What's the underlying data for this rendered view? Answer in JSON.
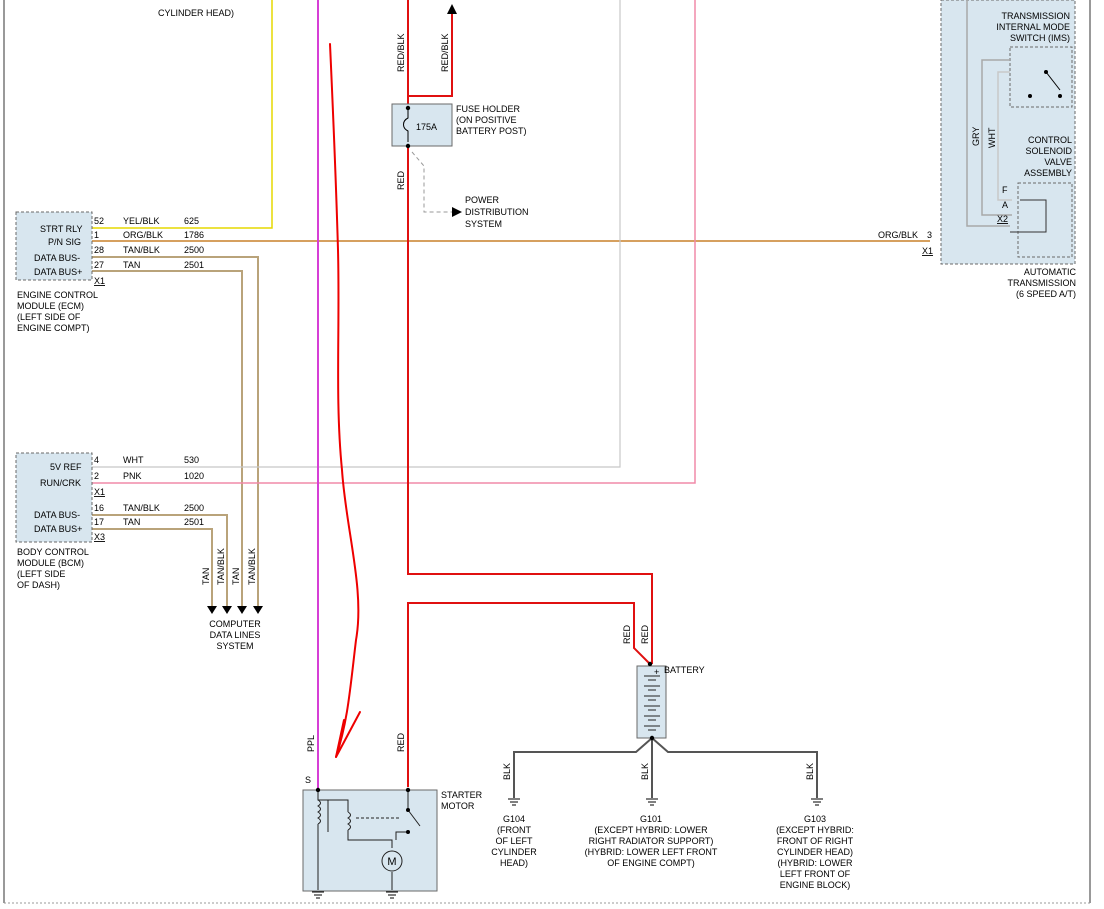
{
  "ecm": {
    "name_lines": [
      "ENGINE CONTROL",
      "MODULE (ECM)",
      "(LEFT SIDE OF",
      "ENGINE COMPT)"
    ],
    "connector": "X1",
    "pins": [
      {
        "label": "STRT RLY",
        "pin": "52",
        "color": "YEL/BLK",
        "circuit": "625"
      },
      {
        "label": "P/N SIG",
        "pin": "1",
        "color": "ORG/BLK",
        "circuit": "1786"
      },
      {
        "label": "DATA BUS-",
        "pin": "28",
        "color": "TAN/BLK",
        "circuit": "2500"
      },
      {
        "label": "DATA BUS+",
        "pin": "27",
        "color": "TAN",
        "circuit": "2501"
      }
    ]
  },
  "bcm": {
    "name_lines": [
      "BODY CONTROL",
      "MODULE (BCM)",
      "(LEFT SIDE",
      "OF DASH)"
    ],
    "connectors": [
      "X1",
      "X3"
    ],
    "pins": [
      {
        "label": "5V REF",
        "pin": "4",
        "color": "WHT",
        "circuit": "530"
      },
      {
        "label": "RUN/CRK",
        "pin": "2",
        "color": "PNK",
        "circuit": "1020"
      },
      {
        "label": "DATA BUS-",
        "pin": "16",
        "color": "TAN/BLK",
        "circuit": "2500"
      },
      {
        "label": "DATA BUS+",
        "pin": "17",
        "color": "TAN",
        "circuit": "2501"
      }
    ]
  },
  "top_left_text": "CYLINDER HEAD)",
  "fuse": {
    "rating": "175A",
    "name_lines": [
      "FUSE HOLDER",
      "(ON POSITIVE",
      "BATTERY POST)"
    ],
    "wire_in_left": "RED/BLK",
    "wire_in_right": "RED/BLK",
    "wire_out": "RED"
  },
  "power_dist": [
    "POWER",
    "DISTRIBUTION",
    "SYSTEM"
  ],
  "data_lines": {
    "wires": [
      "TAN",
      "TAN/BLK",
      "TAN",
      "TAN/BLK"
    ],
    "name_lines": [
      "COMPUTER",
      "DATA LINES",
      "SYSTEM"
    ]
  },
  "transmission": {
    "ims_lines": [
      "TRANSMISSION",
      "INTERNAL MODE",
      "SWITCH (IMS)"
    ],
    "solenoid_lines": [
      "CONTROL",
      "SOLENOID",
      "VALVE",
      "ASSEMBLY"
    ],
    "wires": [
      "GRY",
      "WHT"
    ],
    "pins": [
      "F",
      "A"
    ],
    "connector_x2": "X2",
    "input_color": "ORG/BLK",
    "input_pin": "3",
    "connector_x1": "X1",
    "name_lines": [
      "AUTOMATIC",
      "TRANSMISSION",
      "(6 SPEED A/T)"
    ]
  },
  "battery": {
    "label": "BATTERY",
    "plus": "+",
    "wire_left": "RED",
    "wire_right": "RED"
  },
  "starter": {
    "terminal": "S",
    "motor_symbol": "M",
    "name_lines": [
      "STARTER",
      "MOTOR"
    ],
    "wire_s": "PPL",
    "wire_b": "RED"
  },
  "grounds": [
    {
      "id": "G104",
      "wire": "BLK",
      "desc": [
        "(FRONT",
        "OF LEFT",
        "CYLINDER",
        "HEAD)"
      ]
    },
    {
      "id": "G101",
      "wire": "BLK",
      "desc": [
        "(EXCEPT HYBRID: LOWER",
        "RIGHT RADIATOR SUPPORT)",
        "(HYBRID: LOWER LEFT FRONT",
        "OF ENGINE COMPT)"
      ]
    },
    {
      "id": "G103",
      "wire": "BLK",
      "desc": [
        "(EXCEPT HYBRID:",
        "FRONT OF RIGHT",
        "CYLINDER HEAD)",
        "(HYBRID: LOWER",
        "LEFT FRONT OF",
        "ENGINE BLOCK)"
      ]
    }
  ],
  "colors": {
    "yellow": "#e6d800",
    "orange": "#c9802a",
    "tan": "#b9a37a",
    "pink": "#f08aa8",
    "purple": "#d63fd6",
    "red": "#e01010",
    "white_wire": "#c8c8c8",
    "gray_wire": "#a8a8a8",
    "ground": "#555555",
    "annotation": "#ee0000"
  }
}
